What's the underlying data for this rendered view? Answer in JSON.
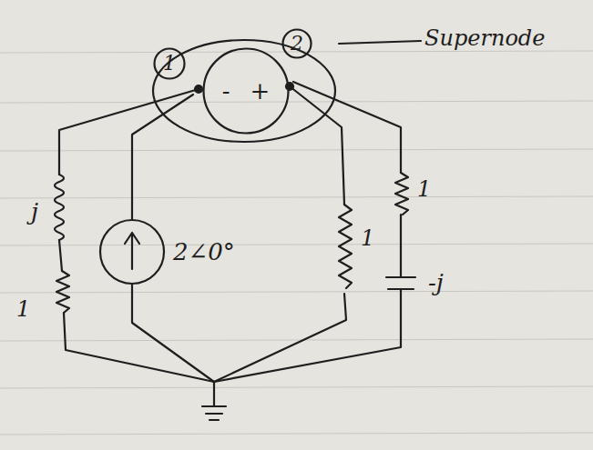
{
  "diagram": {
    "nodes": [
      {
        "text": [
          "1"
        ]
      },
      {
        "text": [
          "2"
        ]
      },
      {
        "text": [
          "-",
          "+"
        ]
      }
    ],
    "labels": [
      "Supernode",
      "j",
      "1",
      "2∠0°",
      "1",
      "1",
      "-j"
    ]
  }
}
